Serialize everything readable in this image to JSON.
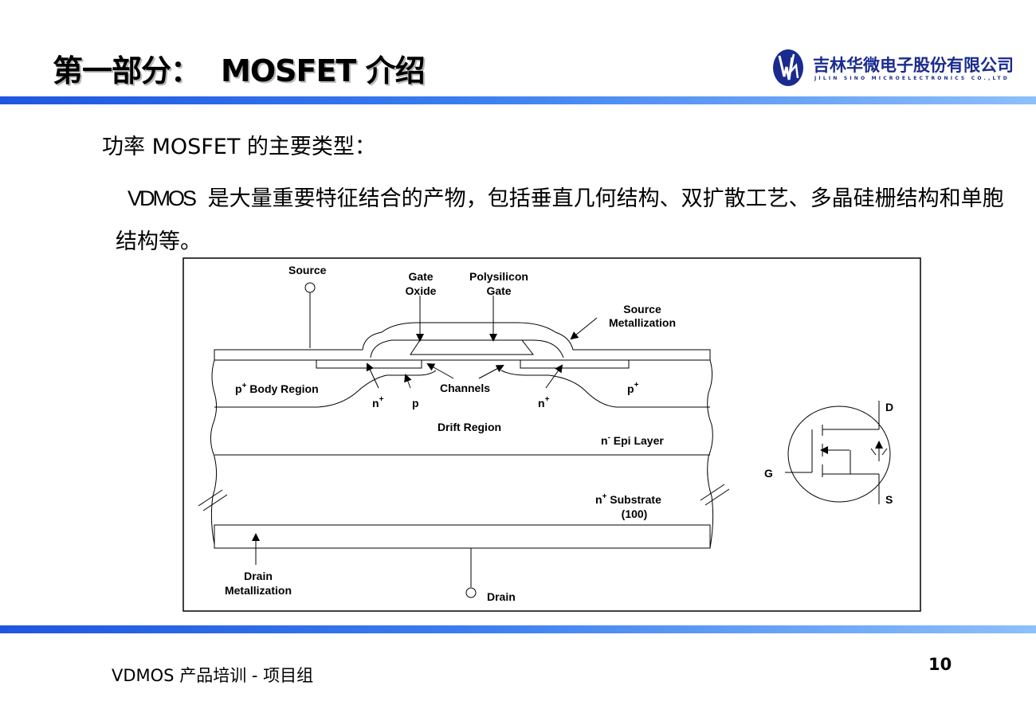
{
  "slide": {
    "title_cn": "第一部分：",
    "title_en": "MOSFET 介绍",
    "subtitle": "功率 MOSFET 的主要类型：",
    "paragraph_lead": "VDMOS",
    "paragraph_rest": " 是大量重要特征结合的产物，包括垂直几何结构、双扩散工艺、多晶硅栅结构和单胞结构等。",
    "footer": "VDMOS 产品培训 - 项目组",
    "page_number": "10"
  },
  "logo": {
    "company_cn": "吉林华微电子股份有限公司",
    "company_en": "JILIN SINO MICROELECTRONICS CO.,LTD",
    "brand_color": "#1a2b8f"
  },
  "accent_bar_colors": [
    "#1f56e0",
    "#8cc0fb"
  ],
  "diagram": {
    "labels": {
      "source": "Source",
      "gate_oxide_1": "Gate",
      "gate_oxide_2": "Oxide",
      "poly_gate_1": "Polysilicon",
      "poly_gate_2": "Gate",
      "source_metal_1": "Source",
      "source_metal_2": "Metallization",
      "body_region": " Body Region",
      "body_region_p": "p",
      "channels": "Channels",
      "n_plus_left": "n",
      "p_small": "p",
      "n_plus_right": "n",
      "p_plus_right": "p",
      "drift_region": "Drift Region",
      "epi_n": "n",
      "epi_layer": " Epi Layer",
      "substrate_n": "n",
      "substrate": " Substrate",
      "substrate_orient": "(100)",
      "drain_metal_1": "Drain",
      "drain_metal_2": "Metallization",
      "drain": "Drain",
      "plus": "+",
      "minus": "-"
    },
    "symbol": {
      "gate": "G",
      "drain": "D",
      "source": "S"
    }
  }
}
